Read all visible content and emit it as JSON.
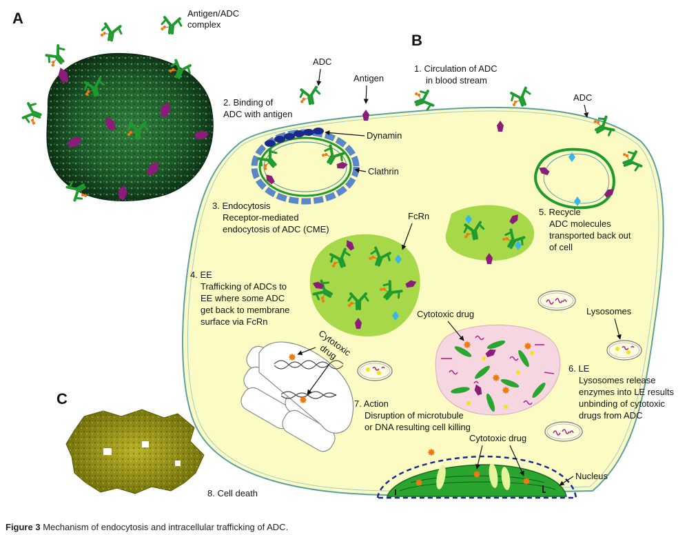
{
  "panels": {
    "a": "A",
    "b": "B",
    "c": "C"
  },
  "labels": {
    "antigen_adc_complex": [
      "Antigen/ADC",
      "complex"
    ],
    "adc_top": "ADC",
    "antigen": "Antigen",
    "circulation": [
      "1. Circulation of ADC",
      "in blood stream"
    ],
    "adc_right": "ADC",
    "binding": [
      "2. Binding of",
      "ADC with antigen"
    ],
    "dynamin": "Dynamin",
    "clathrin": "Clathrin",
    "endocytosis": [
      "3. Endocytosis",
      "Receptor-mediated",
      "endocytosis of ADC (CME)"
    ],
    "fcrn": "FcRn",
    "recycle": [
      "5. Recycle",
      "ADC molecules",
      "transported back out",
      "of cell"
    ],
    "ee": [
      "4. EE",
      "Trafficking of ADCs to",
      "EE where some ADC",
      "get back to membrane",
      "surface via FcRn"
    ],
    "cytotoxic_drug_le": "Cytotoxic drug",
    "lysosomes": "Lysosomes",
    "cytotoxic_drug_mt": [
      "Cytotoxic",
      "drug"
    ],
    "le": [
      "6. LE",
      "Lysosomes release",
      "enzymes into LE results",
      "unbinding of cytotoxic",
      "drugs from ADC"
    ],
    "action": [
      "7. Action",
      "Disruption of microtubule",
      "or DNA resulting cell killing"
    ],
    "cytotoxic_drug_nuc": "Cytotoxic drug",
    "nucleus": "Nucleus",
    "cell_death": "8. Cell death"
  },
  "caption": {
    "prefix": "Figure 3",
    "text": "Mechanism of endocytosis and intracellular trafficking of ADC."
  },
  "colors": {
    "cell_fill": "#fdfbc4",
    "membrane": "#5aa0a0",
    "antibody": "#1f9a2e",
    "antigen": "#8b1c7a",
    "drug": "#f07a12",
    "fcrn": "#38b6e8",
    "endosome": "#a6d84a",
    "late_endosome": "#f6d6e0",
    "clathrin": "#5b86c8",
    "dynamin": "#1a2a8a",
    "nucleus": "#2aa630",
    "dead_cell": "#9a9a12"
  }
}
